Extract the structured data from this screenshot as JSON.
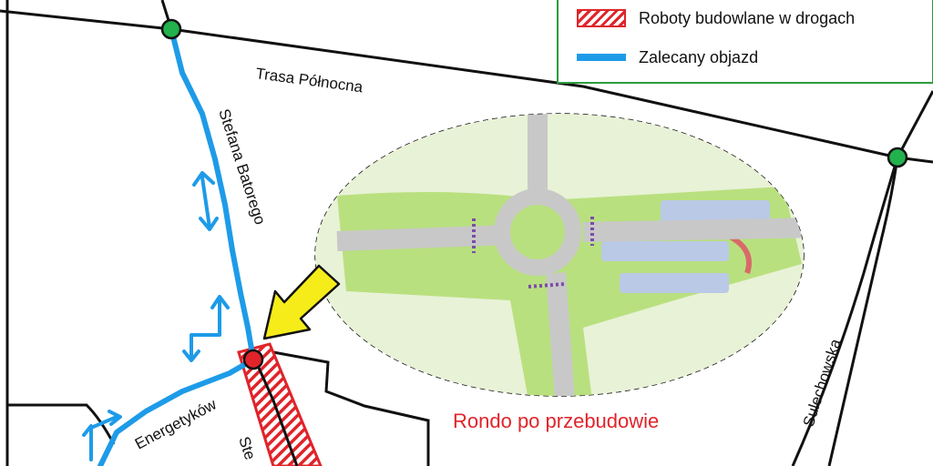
{
  "legend": {
    "construction_label": "Roboty budowlane w drogach",
    "detour_label": "Zalecany objazd"
  },
  "streets": {
    "trasa_polnocna": "Trasa Północna",
    "stefana_batorego": "Stefana Batorego",
    "energetykow": "Energetyków",
    "sulechowska": "Sulechowska",
    "ste_partial": "Ste"
  },
  "caption": "Rondo po przebudowie",
  "colors": {
    "detour": "#1e9be8",
    "construction": "#e0242a",
    "legend_border": "#2e9b3e",
    "junction_green": "#22b14c",
    "junction_red": "#e0242a",
    "arrow_yellow": "#f5ec1a"
  }
}
